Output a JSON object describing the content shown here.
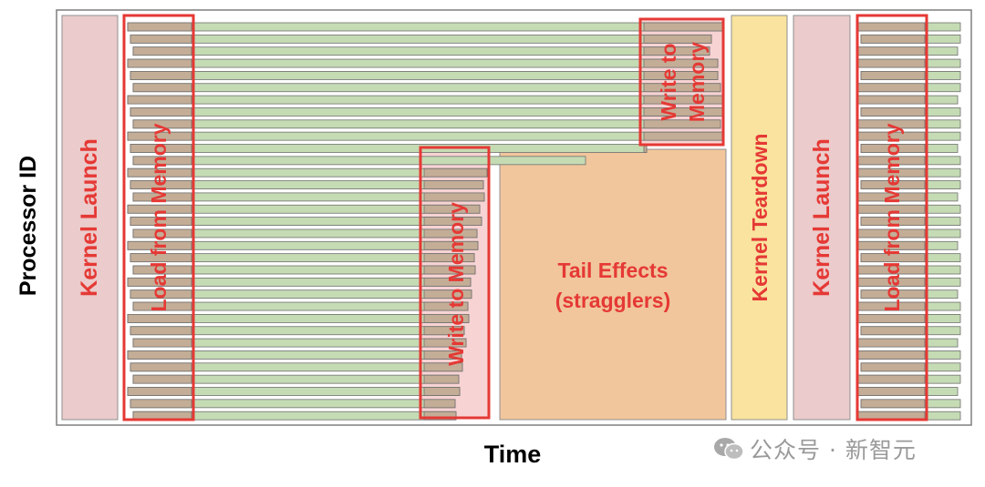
{
  "axes": {
    "x_label": "Time",
    "y_label": "Processor ID"
  },
  "phases": {
    "kernel_launch_1": "Kernel Launch",
    "load_from_memory_1": "Load from Memory",
    "write_to_memory_1": "Write to Memory",
    "tail_effects_line1": "Tail Effects",
    "tail_effects_line2": "(stragglers)",
    "write_to_memory_2_line1": "Write to",
    "write_to_memory_2_line2": "Memory",
    "kernel_teardown": "Kernel Teardown",
    "kernel_launch_2": "Kernel Launch",
    "load_from_memory_2": "Load from Memory"
  },
  "watermark": {
    "text": "公众号 · 新智元"
  },
  "colors": {
    "launch_fill": "#ebcbcb",
    "teardown_fill": "#f9e39e",
    "tail_fill": "#f1c69c",
    "bar_fill": "#c5dbb4",
    "load_overlay": "#c4ad96",
    "highlight_red": "#e53935",
    "label_red": "#e53935"
  }
}
